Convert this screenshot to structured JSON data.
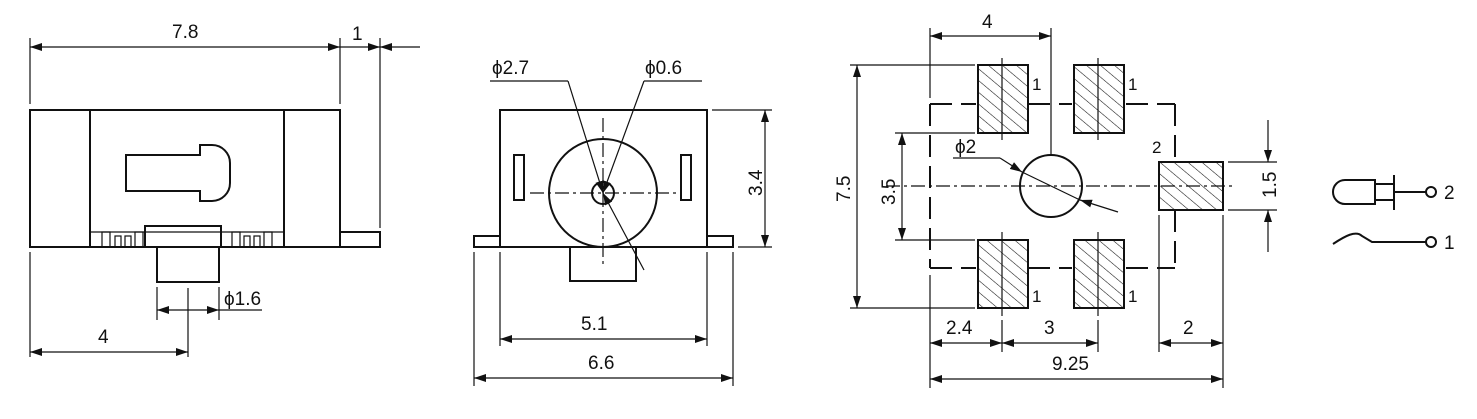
{
  "side_view": {
    "width": "7.8",
    "tab": "1",
    "pin_offset": "4",
    "pin_diameter": "ϕ1.6"
  },
  "front_view": {
    "outer_diameter": "ϕ2.7",
    "pin_diameter": "ϕ0.6",
    "height": "3.4",
    "body_width": "5.1",
    "total_width": "6.6"
  },
  "pcb_layout": {
    "pad_spacing_top": "4",
    "height": "7.5",
    "inner_height": "3.5",
    "hole_diameter": "ϕ2",
    "pad_height": "1.5",
    "pin_label": "1",
    "pin2_label": "2",
    "offset_left": "2.4",
    "pad_pitch": "3",
    "pad_width": "2",
    "total_width": "9.25"
  },
  "schematic": {
    "pin2": "2",
    "pin1": "1"
  }
}
